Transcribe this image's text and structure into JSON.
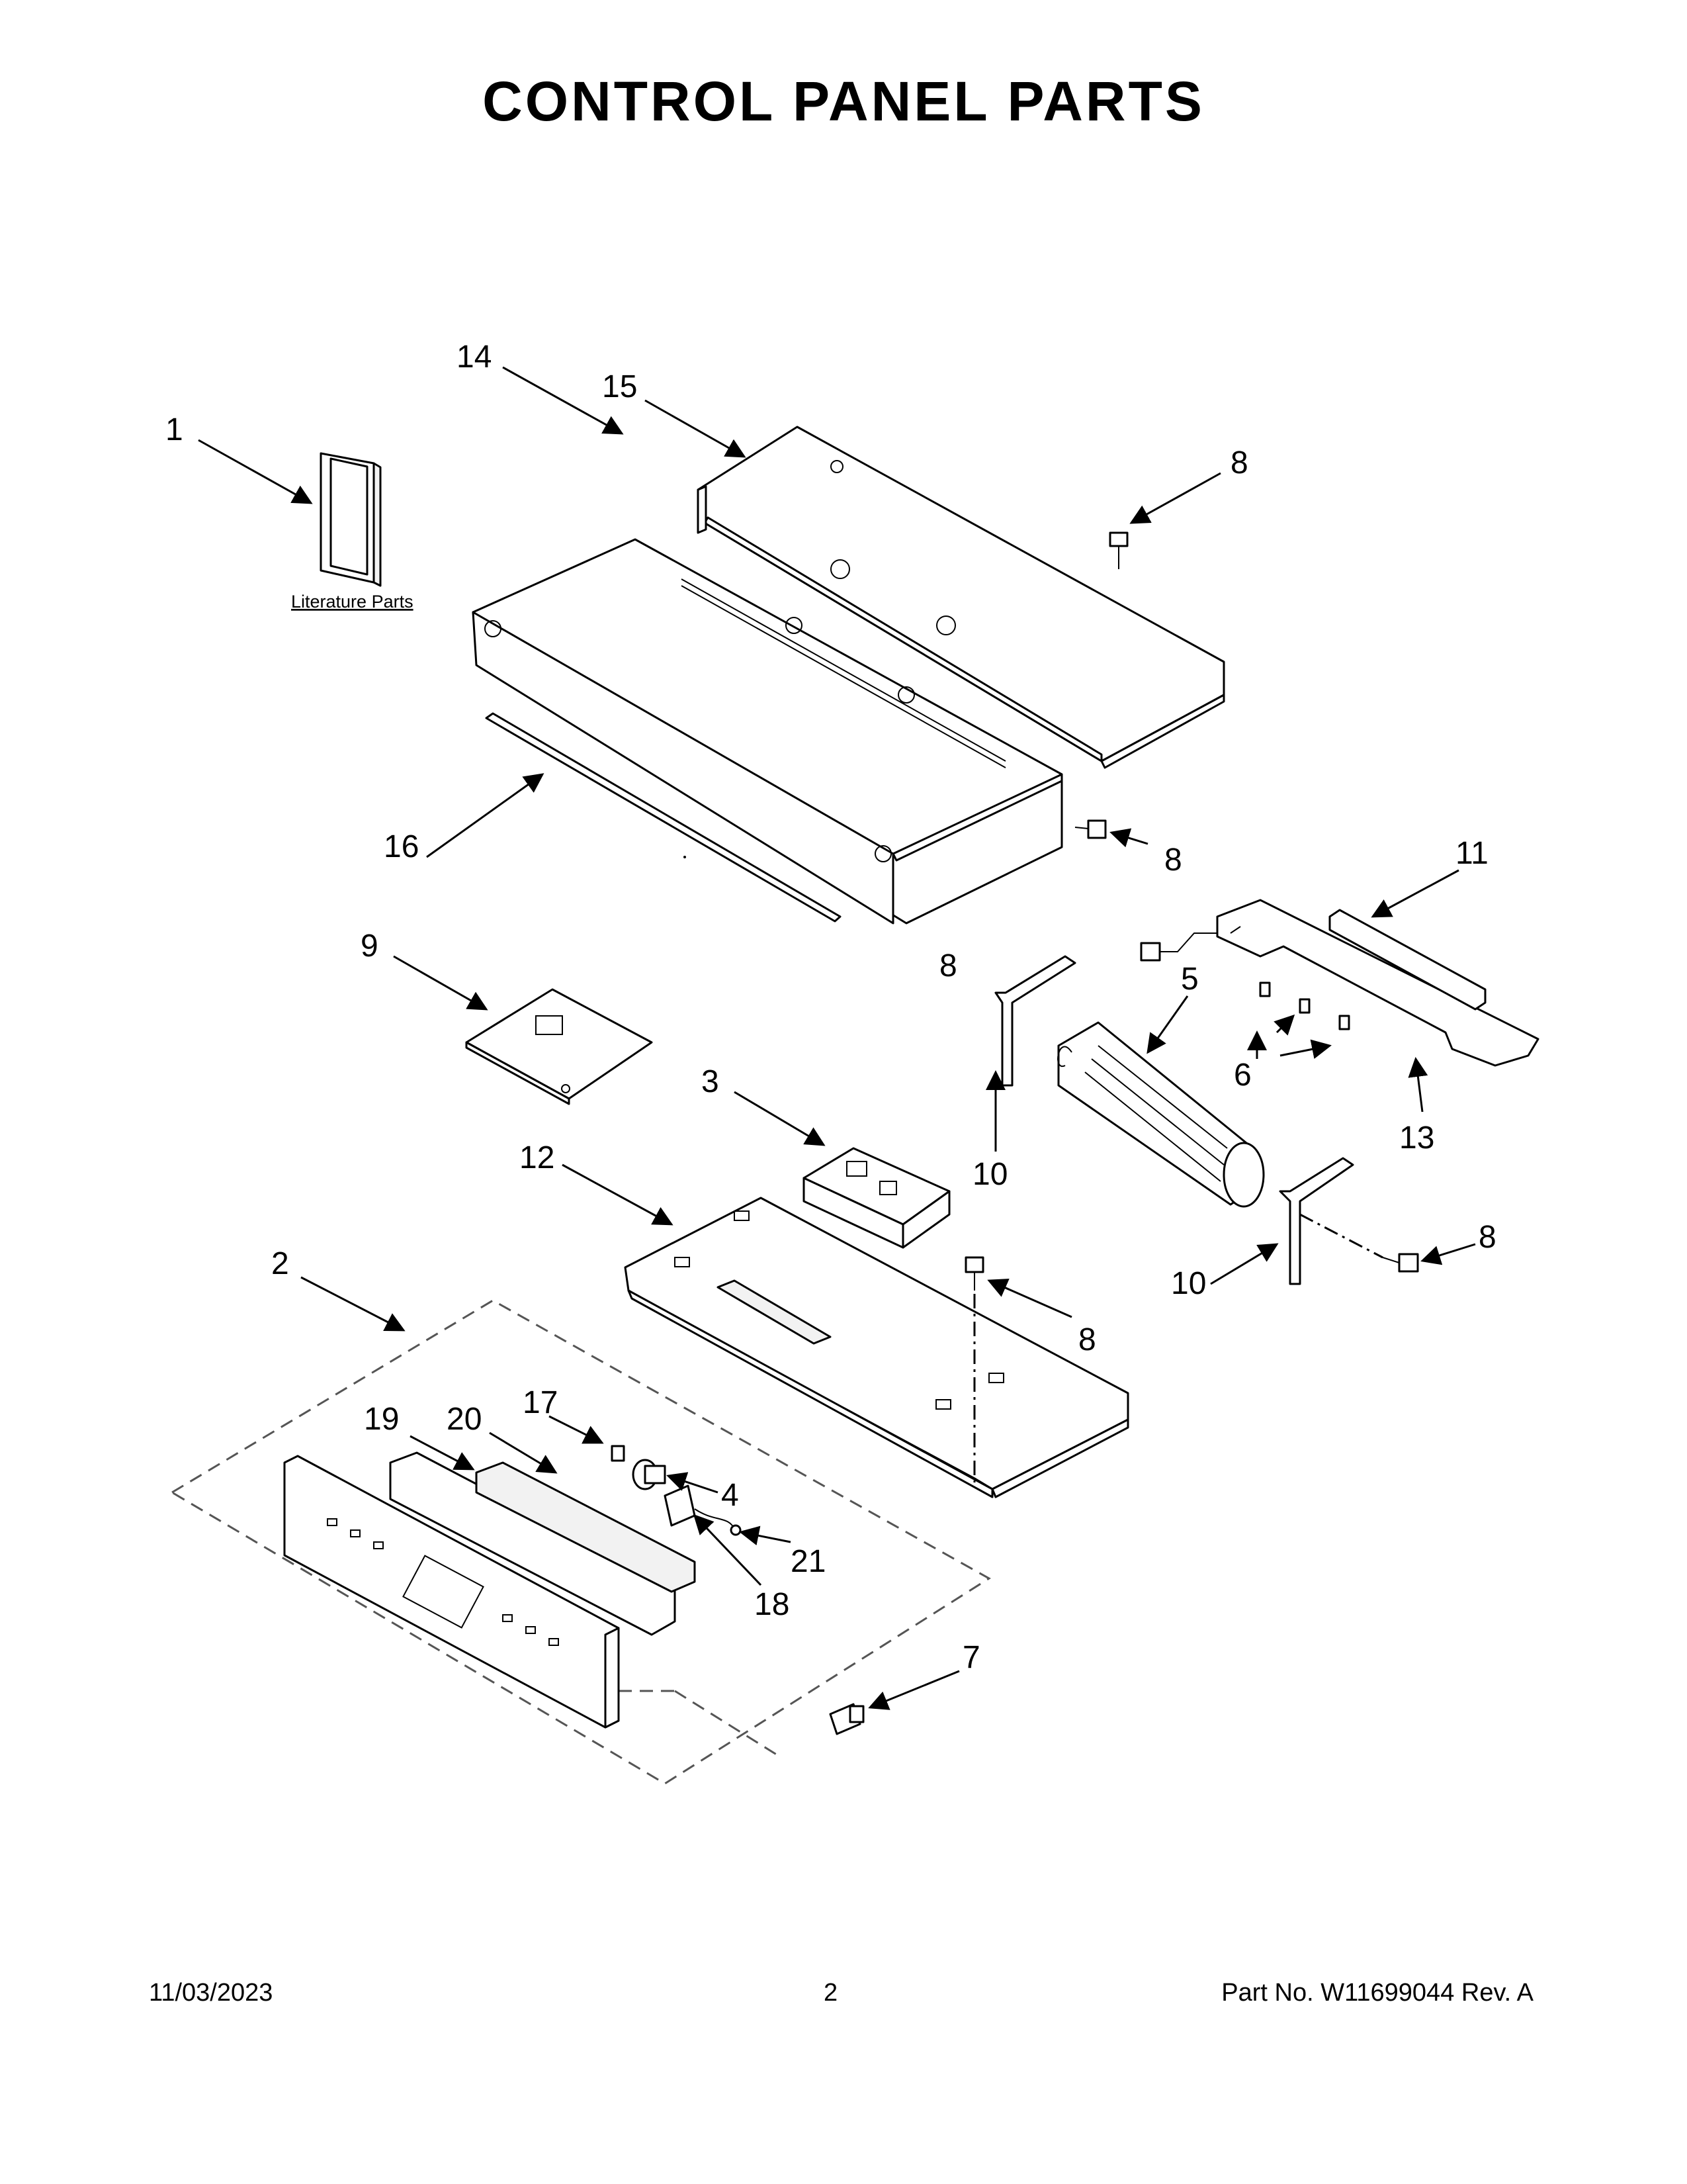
{
  "title": "CONTROL PANEL PARTS",
  "literature_label": "Literature Parts",
  "callouts": {
    "c1": "1",
    "c2": "2",
    "c3": "3",
    "c4": "4",
    "c5": "5",
    "c6": "6",
    "c7": "7",
    "c8a": "8",
    "c8b": "8",
    "c8c": "8",
    "c8d": "8",
    "c8e": "8",
    "c9": "9",
    "c10a": "10",
    "c10b": "10",
    "c11": "11",
    "c12": "12",
    "c13": "13",
    "c14": "14",
    "c15": "15",
    "c16": "16",
    "c17": "17",
    "c18": "18",
    "c19": "19",
    "c20": "20",
    "c21": "21"
  },
  "footer": {
    "date": "11/03/2023",
    "page": "2",
    "part_no": "Part No.  W11699044  Rev.  A"
  }
}
